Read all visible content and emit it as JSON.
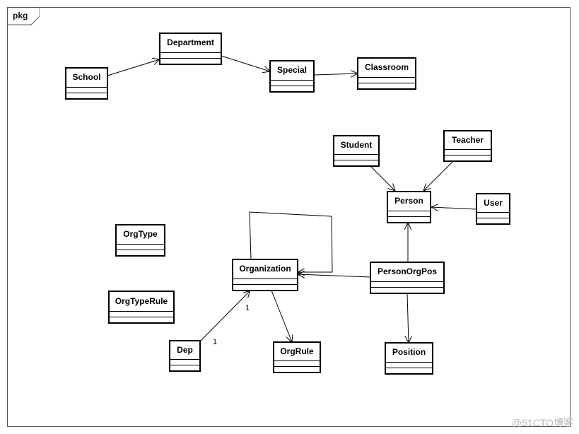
{
  "package": {
    "label": "pkg"
  },
  "classes": {
    "school": "School",
    "department": "Department",
    "special": "Special",
    "classroom": "Classroom",
    "student": "Student",
    "teacher": "Teacher",
    "person": "Person",
    "user": "User",
    "orgtype": "OrgType",
    "orgtyperule": "OrgTypeRule",
    "organization": "Organization",
    "personorgpos": "PersonOrgPos",
    "dep": "Dep",
    "orgrule": "OrgRule",
    "position": "Position"
  },
  "multiplicities": {
    "dep_end": "1",
    "organization_end": "1"
  },
  "watermark": "@51CTO博客"
}
